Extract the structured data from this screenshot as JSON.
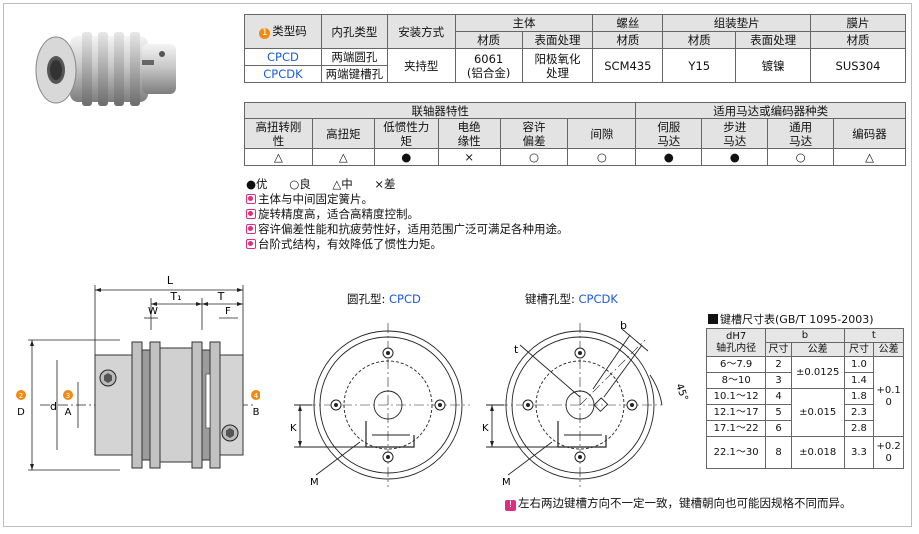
{
  "spec_table": {
    "header_row1": {
      "type_code": "类型码",
      "bore_type": "内孔类型",
      "mount": "安装方式",
      "body": "主体",
      "screw": "螺丝",
      "washer": "组装垫片",
      "diaphragm": "膜片"
    },
    "header_row2": {
      "material": "材质",
      "surface": "表面处理"
    },
    "badge": "1",
    "rows": [
      {
        "code": "CPCD",
        "bore": "两端圆孔"
      },
      {
        "code": "CPCDK",
        "bore": "两端键槽孔"
      }
    ],
    "shared": {
      "mount": "夹持型",
      "body_material": "6061\n(铝合金)",
      "body_surface": "阳极氧化\n处理",
      "screw_material": "SCM435",
      "washer_material": "Y15",
      "washer_surface": "镀镍",
      "diaphragm_material": "SUS304"
    }
  },
  "char_table": {
    "group1": "联轴器特性",
    "group2": "适用马达或编码器种类",
    "headers": [
      "高扭转刚\n性",
      "高扭矩",
      "低惯性力\n矩",
      "电绝\n缘性",
      "容许\n偏差",
      "间隙",
      "伺服\n马达",
      "步进\n马达",
      "通用\n马达",
      "编码器"
    ],
    "values": [
      "△",
      "△",
      "●",
      "×",
      "○",
      "○",
      "●",
      "●",
      "○",
      "△"
    ]
  },
  "legend": [
    "●优",
    "○良",
    "△中",
    "×差"
  ],
  "features": [
    "主体与中间固定簧片。",
    "旋转精度高，适合高精度控制。",
    "容许偏差性能和抗疲劳性好，适用范围广泛可满足各种用途。",
    "台阶式结构，有效降低了惯性力矩。"
  ],
  "drawing": {
    "dims": {
      "L": "L",
      "T1": "T₁",
      "T": "T",
      "W": "W",
      "F": "F",
      "D": "D",
      "d": "d",
      "A": "A",
      "B": "B",
      "K": "K",
      "M": "M",
      "b": "b",
      "t": "t",
      "angle": "45°"
    },
    "num_D": "2",
    "num_A": "3",
    "num_B": "4",
    "round_label": "圆孔型: ",
    "round_code": "CPCD",
    "key_label": "键槽孔型: ",
    "key_code": "CPCDK"
  },
  "key_table": {
    "title": "键槽尺寸表(GB/T 1095-2003)",
    "col_shaft": "dH7\n轴孔内径",
    "col_b": "b",
    "col_t": "t",
    "col_size": "尺寸",
    "col_tol": "公差",
    "rows": [
      {
        "range": "6～7.9",
        "b": "2",
        "t": "1.0"
      },
      {
        "range": "8～10",
        "b": "3",
        "t": "1.4"
      },
      {
        "range": "10.1～12",
        "b": "4",
        "t": "1.8"
      },
      {
        "range": "12.1～17",
        "b": "5",
        "t": "2.3"
      },
      {
        "range": "17.1～22",
        "b": "6",
        "t": "2.8"
      },
      {
        "range": "22.1～30",
        "b": "8",
        "t": "3.3"
      }
    ],
    "b_tol": [
      "±0.0125",
      "±0.015",
      "±0.018"
    ],
    "t_tol": [
      "+0.1\n0",
      "+0.2\n0"
    ]
  },
  "bottom_note": "左右两边键槽方向不一定一致，键槽朝向也可能因规格不同而异。",
  "colors": {
    "accent_pink": "#d9307f",
    "badge_orange": "#f08a12",
    "code_blue": "#1e5bd6",
    "header_gray": "#e3e3e3"
  }
}
